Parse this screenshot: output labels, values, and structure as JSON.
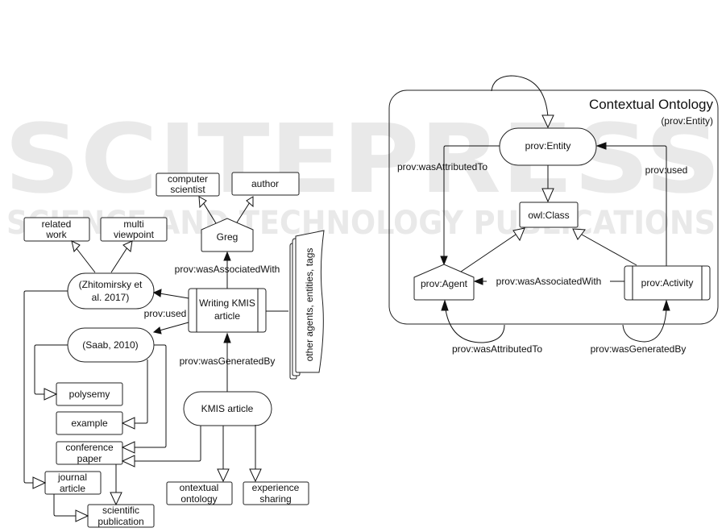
{
  "watermark": {
    "main": "SCITEPRESS",
    "sub": "SCIENCE AND TECHNOLOGY PUBLICATIONS"
  },
  "left_diagram": {
    "nodes": {
      "related_work": [
        "related",
        "work"
      ],
      "multi_viewpoint": [
        "multi",
        "viewpoint"
      ],
      "computer_scientist": [
        "computer",
        "scientist"
      ],
      "author": "author",
      "greg": "Greg",
      "zhitomirsky": [
        "(Zhitomirsky et",
        "al. 2017)"
      ],
      "writing_kmis": [
        "Writing KMIS",
        "article"
      ],
      "other_agents": "other agents, entities, tags",
      "saab": "(Saab, 2010)",
      "polysemy": "polysemy",
      "example": "example",
      "kmis_article": "KMIS article",
      "conference_paper": [
        "conference",
        "paper"
      ],
      "journal_article": [
        "journal",
        "article"
      ],
      "scientific_publication": [
        "scientific",
        "publication"
      ],
      "contextual_ontology": [
        "ontextual",
        "ontology"
      ],
      "experience_sharing": [
        "experience",
        "sharing"
      ]
    },
    "edges": {
      "was_associated_with": "prov:wasAssociatedWith",
      "used": "prov:used",
      "was_generated_by": "prov:wasGeneratedBy"
    }
  },
  "right_diagram": {
    "title": "Contextual Ontology",
    "subtitle": "(prov:Entity)",
    "nodes": {
      "entity": "prov:Entity",
      "owl_class": "owl:Class",
      "agent": "prov:Agent",
      "activity": "prov:Activity"
    },
    "edges": {
      "was_attributed_to": "prov:wasAttributedTo",
      "used": "prov:used",
      "was_associated_with": "prov:wasAssociatedWith",
      "was_attributed_to_loop": "prov:wasAttributedTo",
      "was_generated_by_loop": "prov:wasGeneratedBy"
    }
  }
}
